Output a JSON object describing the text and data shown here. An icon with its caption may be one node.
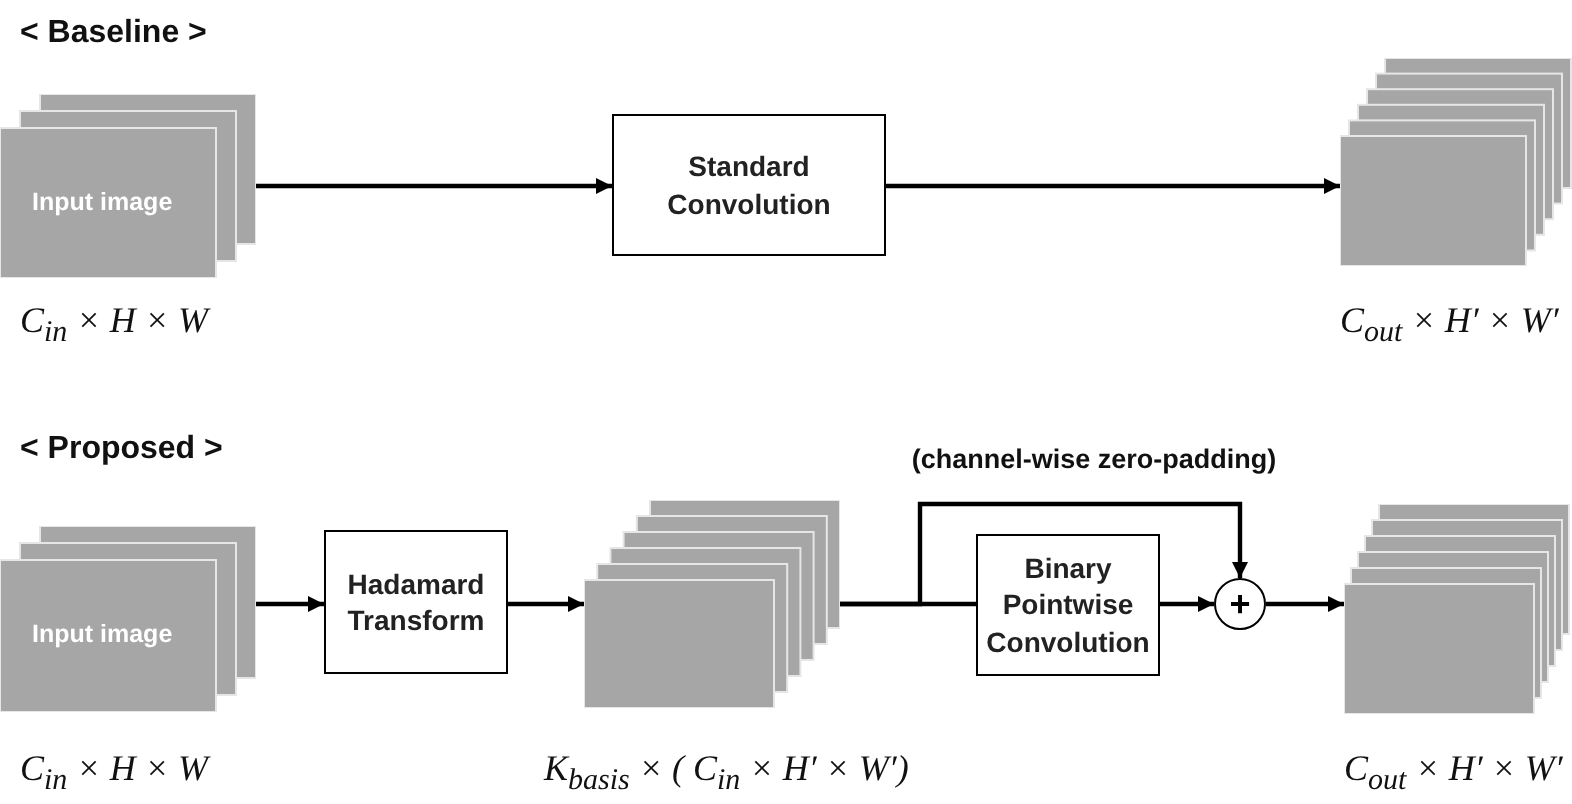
{
  "diagram": {
    "nodes": [
      {
        "text": [
          "Input image"
        ],
        "beside": [
          "C$_{in}$ × H × W"
        ]
      },
      {
        "text": [
          "Standard Convolution"
        ]
      },
      {
        "text": [],
        "shape": "box",
        "beside": [
          "C$_{out}$ × H′ × W′"
        ]
      },
      {
        "text": [
          "Input image"
        ],
        "beside": [
          "C$_{in}$ × H × W"
        ]
      },
      {
        "text": [
          "Hadamard Transform"
        ]
      },
      {
        "text": [],
        "shape": "box",
        "beside": [
          "K$_{basis}$ × ( C$_{in}$ × H′ × W′)"
        ]
      },
      {
        "text": [
          "Binary Pointwise Convolution"
        ]
      },
      {
        "text": [
          "+"
        ]
      },
      {
        "text": [],
        "shape": "box",
        "beside": [
          "C$_{out}$ × H′ × W′"
        ]
      }
    ],
    "edges": [
      {
        "from": 0,
        "to": 1,
        "arrow": "to"
      },
      {
        "from": 1,
        "to": 2,
        "arrow": "to"
      },
      {
        "from": 3,
        "to": 4,
        "arrow": "to"
      },
      {
        "from": 4,
        "to": 5,
        "arrow": "to"
      },
      {
        "from": 5,
        "to": 6,
        "arrow": "none"
      },
      {
        "from": 5,
        "to": 7,
        "arrow": "to",
        "label": "(channel-wise zero-padding)"
      },
      {
        "from": 6,
        "to": 7,
        "arrow": "to"
      },
      {
        "from": 7,
        "to": 8,
        "arrow": "to"
      }
    ],
    "labels": [
      "< Baseline >",
      "< Proposed >"
    ]
  }
}
